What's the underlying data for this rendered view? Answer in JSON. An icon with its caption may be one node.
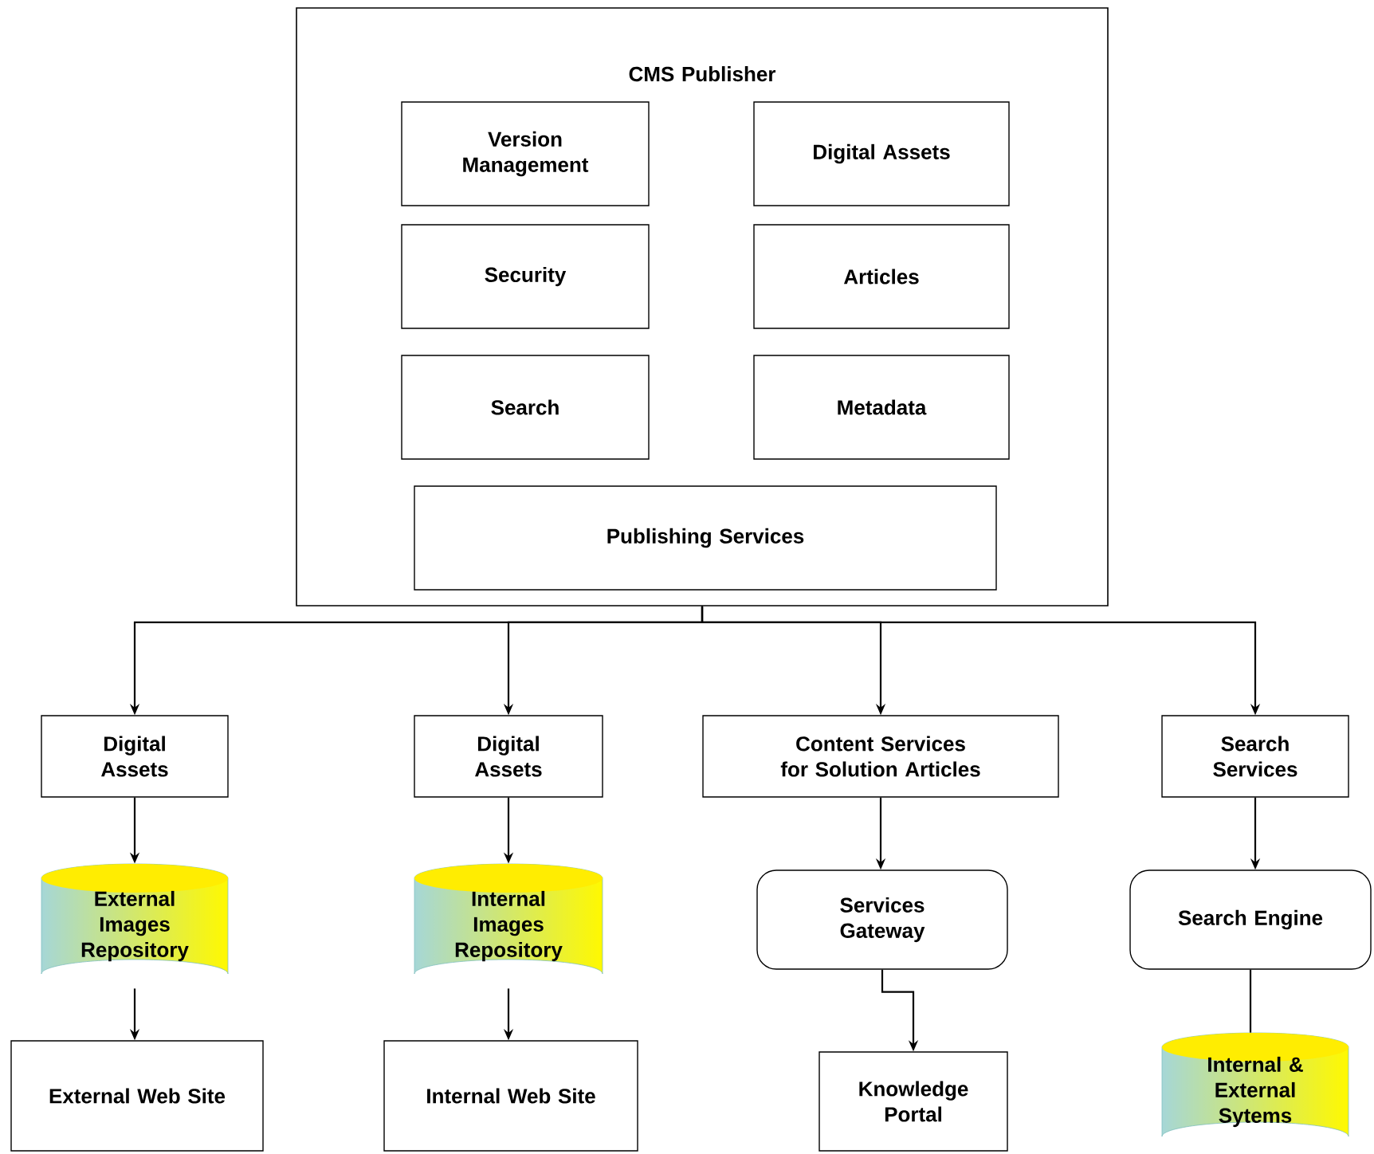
{
  "diagram": {
    "nodes": [
      {
        "text": [
          "CMS Publisher"
        ]
      },
      {
        "text": [
          "Version Management"
        ],
        "in": 0
      },
      {
        "text": [
          "Digital Assets"
        ],
        "in": 0
      },
      {
        "text": [
          "Security"
        ],
        "in": 0
      },
      {
        "text": [
          "Articles"
        ],
        "in": 0
      },
      {
        "text": [
          "Search"
        ],
        "in": 0
      },
      {
        "text": [
          "Metadata"
        ],
        "in": 0
      },
      {
        "text": [
          "Publishing Services"
        ],
        "in": 0
      },
      {
        "text": [
          "Digital Assets"
        ]
      },
      {
        "text": [
          "Digital Assets"
        ]
      },
      {
        "text": [
          "Content Services for Solution Articles"
        ]
      },
      {
        "text": [
          "Search Services"
        ]
      },
      {
        "text": [
          "External Images Repository"
        ]
      },
      {
        "text": [
          "Internal Images Repository"
        ]
      },
      {
        "text": [
          "Services Gateway"
        ]
      },
      {
        "text": [
          "Search Engine"
        ]
      },
      {
        "text": [
          "External Web Site"
        ]
      },
      {
        "text": [
          "Internal Web Site"
        ]
      },
      {
        "text": [
          "Knowledge Portal"
        ]
      },
      {
        "text": [
          "Internal & External Sytems"
        ]
      }
    ],
    "edges": [
      {
        "from": 0,
        "to": 8,
        "arrow": "to"
      },
      {
        "from": 0,
        "to": 9,
        "arrow": "to"
      },
      {
        "from": 0,
        "to": 10,
        "arrow": "to"
      },
      {
        "from": 0,
        "to": 11,
        "arrow": "to"
      },
      {
        "from": 8,
        "to": 12,
        "arrow": "to"
      },
      {
        "from": 12,
        "to": 16,
        "arrow": "to"
      },
      {
        "from": 9,
        "to": 13,
        "arrow": "to"
      },
      {
        "from": 13,
        "to": 17,
        "arrow": "to"
      },
      {
        "from": 10,
        "to": 14,
        "arrow": "to"
      },
      {
        "from": 14,
        "to": 18,
        "arrow": "to"
      },
      {
        "from": 11,
        "to": 15,
        "arrow": "to"
      },
      {
        "from": 15,
        "to": 19,
        "arrow": "none"
      }
    ]
  }
}
